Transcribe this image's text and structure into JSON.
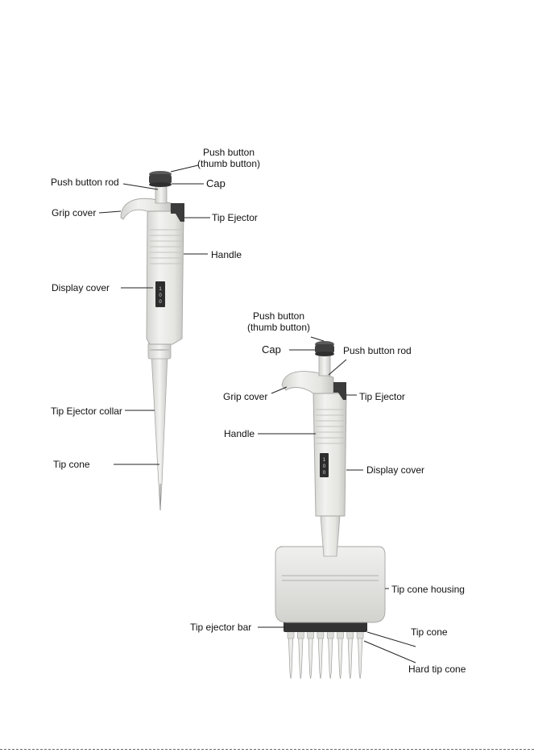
{
  "single_channel": {
    "labels": {
      "push_button": "Push button\n(thumb button)",
      "push_button_rod": "Push button rod",
      "cap": "Cap",
      "grip_cover": "Grip cover",
      "tip_ejector": "Tip Ejector",
      "handle": "Handle",
      "display_cover": "Display cover",
      "tip_ejector_collar": "Tip Ejector collar",
      "tip_cone": "Tip cone"
    }
  },
  "multi_channel": {
    "labels": {
      "push_button": "Push button\n(thumb button)",
      "cap": "Cap",
      "push_button_rod": "Push button rod",
      "grip_cover": "Grip cover",
      "tip_ejector": "Tip Ejector",
      "handle": "Handle",
      "display_cover": "Display cover",
      "tip_cone_housing": "Tip cone housing",
      "tip_ejector_bar": "Tip ejector bar",
      "tip_cone": "Tip cone",
      "hard_tip_cone": "Hard tip cone"
    },
    "channel_count": 8
  },
  "colors": {
    "body_light": "#e9e9e7",
    "body_shadow": "#c9c9c6",
    "dark_parts": "#3b3b3b",
    "leader_lines": "#222222"
  }
}
